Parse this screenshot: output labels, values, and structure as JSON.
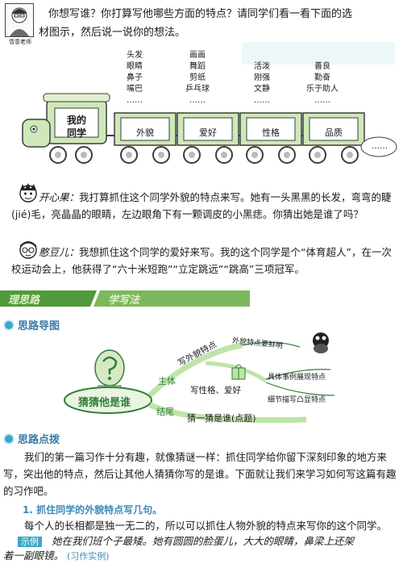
{
  "teacher": {
    "caption": "雪意老师"
  },
  "intro": {
    "line1": "你想写谁？你打算写他哪些方面的特点？请同学们看一看下面的选",
    "line2": "材图示，然后说一说你的想法。"
  },
  "train": {
    "engine_label": [
      "我的",
      "同学"
    ],
    "smoke": "……",
    "cars": [
      {
        "label": "外貌",
        "items": [
          "头发",
          "眼睛",
          "鼻子",
          "嘴巴",
          "……"
        ]
      },
      {
        "label": "爱好",
        "items": [
          "画画",
          "舞蹈",
          "剪纸",
          "乒乓球",
          "……"
        ]
      },
      {
        "label": "性格",
        "items": [
          "活泼",
          "刚强",
          "文静",
          "……"
        ]
      },
      {
        "label": "品质",
        "items": [
          "善良",
          "勤奋",
          "乐于助人",
          "……"
        ]
      }
    ]
  },
  "speech1": {
    "speaker": "开心果：",
    "text": "我打算抓住这个同学外貌的特点来写。她有一头黑黑的长发，弯弯的睫(jié)毛，亮晶晶的眼睛，左边眼角下有一颗调皮的小黑痣。你猜出她是谁了吗？"
  },
  "speech2": {
    "speaker": "憨豆儿：",
    "text": "我想抓住这个同学的爱好来写。我的这个同学是个“体育超人”，在一次校运动会上，他获得了“六十米短跑”“立定跳远”“跳高”三项冠军。"
  },
  "section_bar": {
    "left": "理思路",
    "right": "学写法"
  },
  "mindmap_section": {
    "title": "思路导图"
  },
  "mindmap": {
    "center": "猜猜他是谁",
    "branch_top": "主体",
    "branch_bottom": "结尾",
    "node1": "写外貌特点",
    "node2": "写性格、爱好",
    "leaf1": "外貌特点要鲜明",
    "leaf2": "具体事例展现特点",
    "leaf3": "细节描写凸显特点",
    "bottom_node": "猜一猜是谁(点题)"
  },
  "tips_section": {
    "title": "思路点拨"
  },
  "tips_text": "我们的第一篇习作十分有趣，就像猜谜一样：抓住同学给你留下深刻印象的地方来写，突出他的特点，然后让其他人猜猜你写的是谁。下面就让我们来学习如何写这篇有趣的习作吧。",
  "sub_heading": "1. 抓住同学的外貌特点写几句。",
  "sub_text": "每个人的长相都是独一无二的，所以可以抓住人物外貌的特点来写你的这个同学。",
  "example": {
    "tag": "示例",
    "text1": "她在我们班个子最矮。她有圆圆的脸蛋儿，大大的眼睛，鼻梁上还架",
    "text2": "着一副眼镜。",
    "source": "(习作实例)"
  },
  "colors": {
    "train_green": "#cfe8b9",
    "train_stroke": "#3d3d3d",
    "section_green": "#4f9a3a",
    "blue_accent": "#3aa7c7",
    "mindmap_green": "#2f7d3a",
    "mindmap_fill": "#bfe4a8"
  },
  "icons": [
    "teacher-avatar-icon",
    "boy-face-icon",
    "glasses-boy-icon",
    "question-head-icon",
    "ladybug-icon",
    "gift-icon"
  ]
}
